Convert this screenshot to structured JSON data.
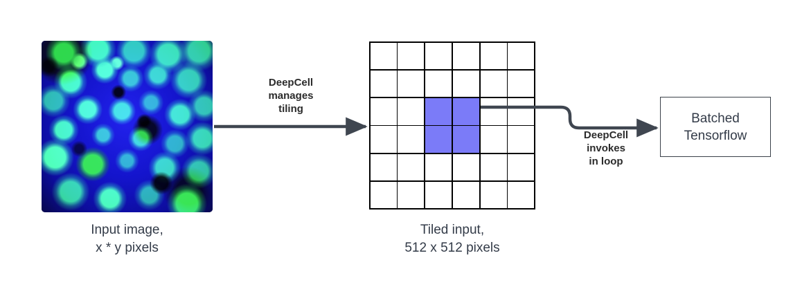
{
  "diagram": {
    "title": "DeepCell tiling and batched inference pipeline",
    "accent_blue": "#7b7bf8",
    "arrow_color": "#3f4650",
    "text_color": "#333b48",
    "label_color": "#2b2b2b"
  },
  "input": {
    "caption": "Input image,\nx * y pixels",
    "alt": "fluorescence-microscopy-cells"
  },
  "arrow_tiling": {
    "label": "DeepCell\nmanages\ntiling"
  },
  "tiled": {
    "caption": "Tiled input,\n512 x 512 pixels",
    "grid": {
      "rows": 6,
      "cols": 6,
      "selected_cells": [
        [
          2,
          2
        ],
        [
          2,
          3
        ],
        [
          3,
          2
        ],
        [
          3,
          3
        ]
      ]
    }
  },
  "arrow_invoke": {
    "label": "DeepCell\ninvokes\nin loop"
  },
  "output": {
    "label": "Batched\nTensorflow"
  }
}
